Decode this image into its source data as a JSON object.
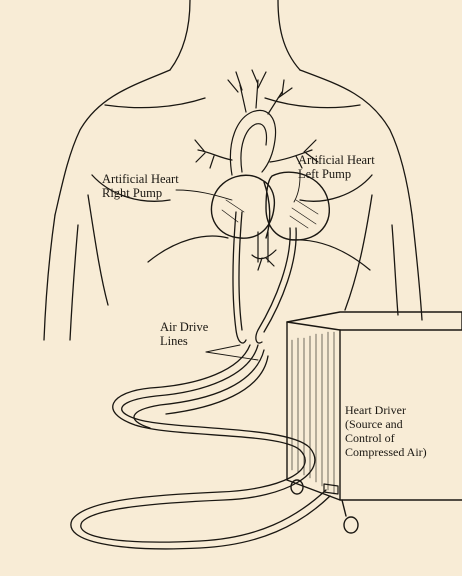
{
  "background_color": "#f8ecd6",
  "line_color": "#1a1712",
  "labels": {
    "right_pump": [
      "Artificial Heart",
      "Right Pump"
    ],
    "left_pump": [
      "Artificial Heart",
      "Left Pump"
    ],
    "air_drive_lines": [
      "Air Drive",
      "Lines"
    ],
    "heart_driver": [
      "Heart Driver",
      "(Source and",
      "Control of",
      "Compressed Air)"
    ]
  }
}
